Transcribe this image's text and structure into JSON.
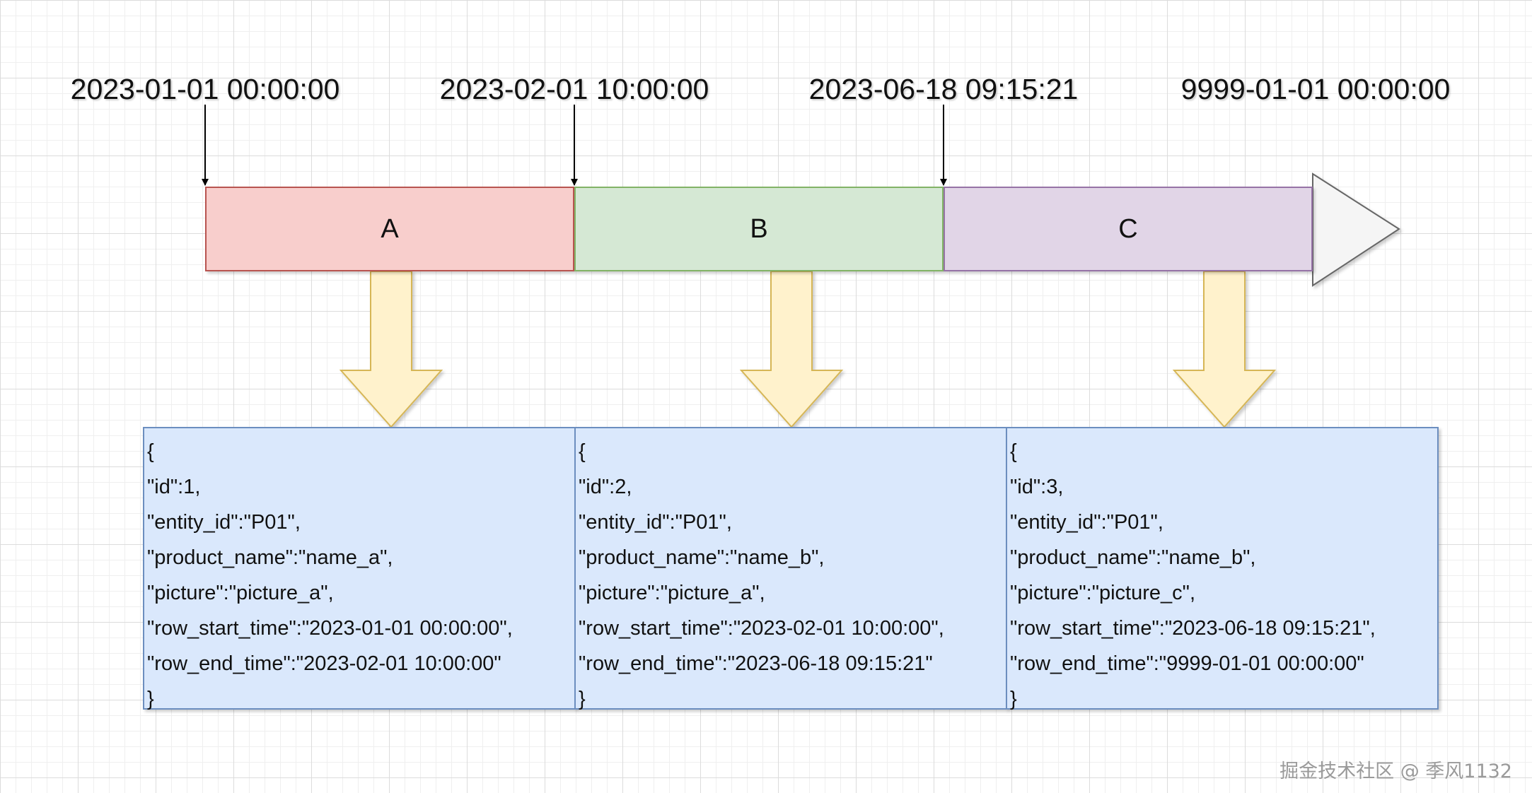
{
  "timeline": {
    "timestamps": [
      "2023-01-01 00:00:00",
      "2023-02-01 10:00:00",
      "2023-06-18 09:15:21",
      "9999-01-01 00:00:00"
    ],
    "segments": [
      {
        "label": "A",
        "fill": "#f8cecc",
        "stroke": "#b85450"
      },
      {
        "label": "B",
        "fill": "#d5e8d4",
        "stroke": "#82b366"
      },
      {
        "label": "C",
        "fill": "#e1d5e7",
        "stroke": "#9673a6"
      }
    ],
    "arrowhead_color": "#f5f5f5"
  },
  "connectors": {
    "fill": "#fff2cc",
    "stroke": "#d6b656"
  },
  "records": [
    {
      "open": "{",
      "lines": [
        "\"id\":1,",
        "\"entity_id\":\"P01\",",
        "\"product_name\":\"name_a\",",
        "\"picture\":\"picture_a\",",
        "\"row_start_time\":\"2023-01-01 00:00:00\",",
        "\"row_end_time\":\"2023-02-01 10:00:00\""
      ],
      "close": "}"
    },
    {
      "open": "{",
      "lines": [
        "\"id\":2,",
        "\"entity_id\":\"P01\",",
        "\"product_name\":\"name_b\",",
        "\"picture\":\"picture_a\",",
        "\"row_start_time\":\"2023-02-01 10:00:00\",",
        "\"row_end_time\":\"2023-06-18 09:15:21\""
      ],
      "close": "}"
    },
    {
      "open": "{",
      "lines": [
        "\"id\":3,",
        "\"entity_id\":\"P01\",",
        "\"product_name\":\"name_b\",",
        "\"picture\":\"picture_c\",",
        "\"row_start_time\":\"2023-06-18 09:15:21\",",
        "\"row_end_time\":\"9999-01-01 00:00:00\""
      ],
      "close": "}"
    }
  ],
  "card_colors": {
    "fill": "#dae8fc",
    "stroke": "#6c8ebf"
  },
  "watermark": "掘金技术社区 @ 季风1132"
}
